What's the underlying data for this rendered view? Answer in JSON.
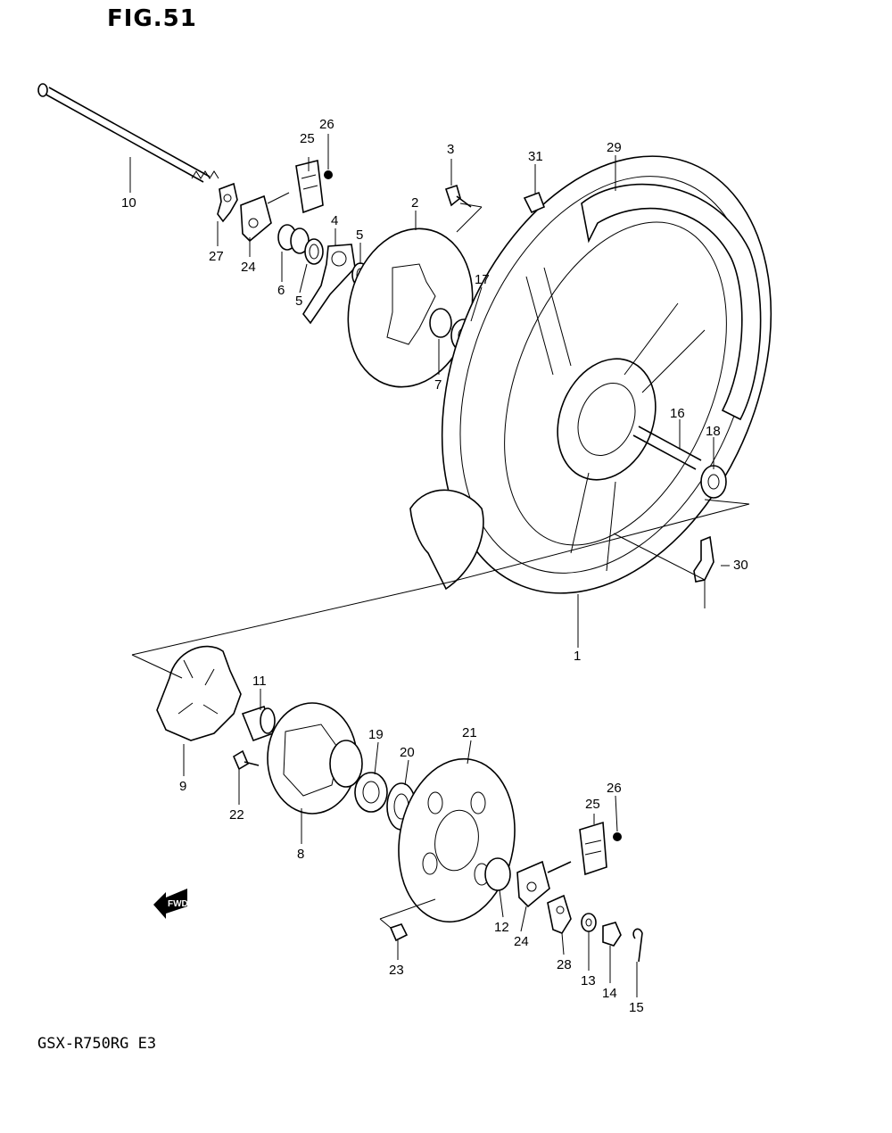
{
  "figure": {
    "title": "FIG.51"
  },
  "model": {
    "code": "GSX-R750RG  E3"
  },
  "fwd_badge": {
    "text": "FWD"
  },
  "callouts": [
    {
      "id": "1",
      "label": "1"
    },
    {
      "id": "2",
      "label": "2"
    },
    {
      "id": "3",
      "label": "3"
    },
    {
      "id": "4",
      "label": "4"
    },
    {
      "id": "5a",
      "label": "5"
    },
    {
      "id": "5b",
      "label": "5"
    },
    {
      "id": "6",
      "label": "6"
    },
    {
      "id": "7",
      "label": "7"
    },
    {
      "id": "8",
      "label": "8"
    },
    {
      "id": "9",
      "label": "9"
    },
    {
      "id": "10",
      "label": "10"
    },
    {
      "id": "11",
      "label": "11"
    },
    {
      "id": "12",
      "label": "12"
    },
    {
      "id": "13",
      "label": "13"
    },
    {
      "id": "14",
      "label": "14"
    },
    {
      "id": "15",
      "label": "15"
    },
    {
      "id": "16",
      "label": "16"
    },
    {
      "id": "17",
      "label": "17"
    },
    {
      "id": "18",
      "label": "18"
    },
    {
      "id": "19",
      "label": "19"
    },
    {
      "id": "20",
      "label": "20"
    },
    {
      "id": "21",
      "label": "21"
    },
    {
      "id": "22",
      "label": "22"
    },
    {
      "id": "23",
      "label": "23"
    },
    {
      "id": "24a",
      "label": "24"
    },
    {
      "id": "24b",
      "label": "24"
    },
    {
      "id": "25a",
      "label": "25"
    },
    {
      "id": "25b",
      "label": "25"
    },
    {
      "id": "26a",
      "label": "26"
    },
    {
      "id": "26b",
      "label": "26"
    },
    {
      "id": "27",
      "label": "27"
    },
    {
      "id": "28",
      "label": "28"
    },
    {
      "id": "29",
      "label": "29"
    },
    {
      "id": "30",
      "label": "30"
    },
    {
      "id": "31",
      "label": "31"
    }
  ]
}
